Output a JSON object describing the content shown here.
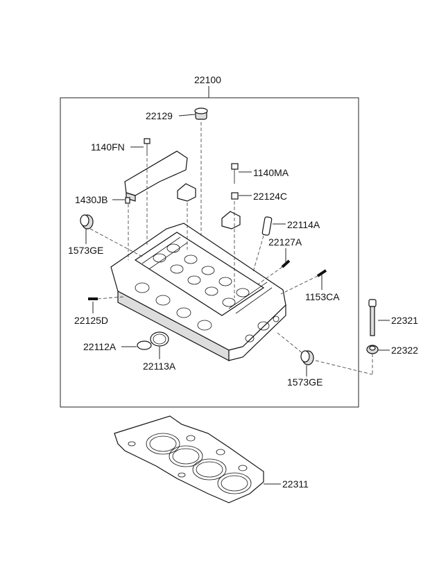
{
  "callouts": {
    "assembly": "22100",
    "c22129": "22129",
    "c1140FN": "1140FN",
    "c1140MA": "1140MA",
    "c22124C": "22124C",
    "c1430JB": "1430JB",
    "c22114A": "22114A",
    "c1573GE_a": "1573GE",
    "c22127A": "22127A",
    "c1153CA": "1153CA",
    "c22125D": "22125D",
    "c22321": "22321",
    "c22112A": "22112A",
    "c22322": "22322",
    "c22113A": "22113A",
    "c1573GE_b": "1573GE",
    "c22311": "22311"
  }
}
